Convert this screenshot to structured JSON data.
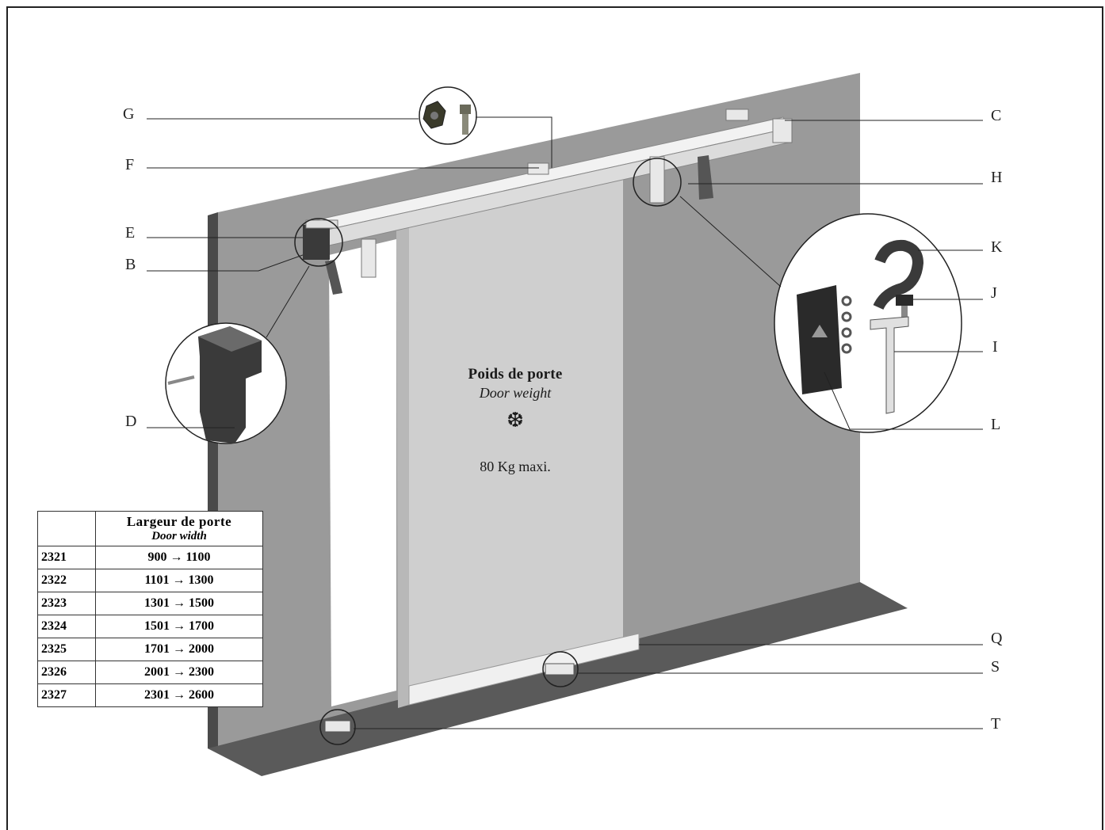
{
  "labels": {
    "G": "G",
    "F": "F",
    "E": "E",
    "B": "B",
    "D": "D",
    "C": "C",
    "H": "H",
    "K": "K",
    "J": "J",
    "I": "I",
    "L": "L",
    "Q": "Q",
    "S": "S",
    "T": "T"
  },
  "door": {
    "title": "Poids de porte",
    "subtitle": "Door weight",
    "symbol": "❆",
    "max_weight": "80 Kg maxi."
  },
  "table": {
    "header_fr": "Largeur de porte",
    "header_en": "Door width",
    "rows": [
      {
        "ref": "2321",
        "range": "900 → 1100"
      },
      {
        "ref": "2322",
        "range": "1101 → 1300"
      },
      {
        "ref": "2323",
        "range": "1301 → 1500"
      },
      {
        "ref": "2324",
        "range": "1501 → 1700"
      },
      {
        "ref": "2325",
        "range": "1701 → 2000"
      },
      {
        "ref": "2326",
        "range": "2001 → 2300"
      },
      {
        "ref": "2327",
        "range": "2301 → 2600"
      }
    ]
  },
  "colors": {
    "wall": "#9a9a9a",
    "wall_edge": "#4a4a4a",
    "floor": "#5a5a5a",
    "door_panel": "#cfcfcf",
    "rail": "#e6e6e6",
    "line": "#222222"
  }
}
